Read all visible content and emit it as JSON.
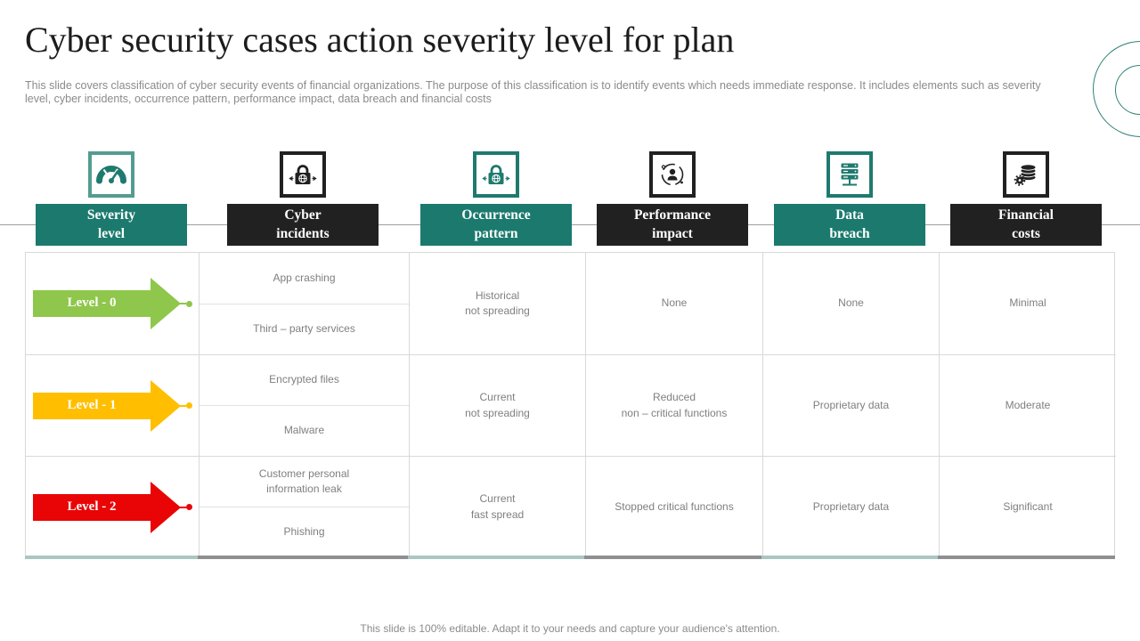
{
  "slide": {
    "title": "Cyber security cases action severity level for plan",
    "subtitle": "This slide covers classification of cyber security events of financial organizations. The purpose of this classification is to identify events which needs immediate response. It includes elements such as severity level, cyber incidents, occurrence pattern, performance impact, data breach and financial costs",
    "footer": "This slide is 100% editable. Adapt it to your needs and capture your audience's attention."
  },
  "colors": {
    "teal_header": "#1b7a6d",
    "dark_header": "#212121",
    "level0_green": "#8ec74b",
    "level1_amber": "#ffbf00",
    "level2_red": "#e90505",
    "accent_teal_light": "#a9c7c3",
    "accent_gray": "#8f8f8f",
    "decor_circle_teal": "#2f8378"
  },
  "columns": [
    {
      "label": "Severity\nlevel",
      "icon": "gauge-icon",
      "theme": "teal"
    },
    {
      "label": "Cyber\nincidents",
      "icon": "lock-globe-icon",
      "theme": "dark"
    },
    {
      "label": "Occurrence\npattern",
      "icon": "lock-globe-icon",
      "theme": "teal"
    },
    {
      "label": "Performance\nimpact",
      "icon": "orbit-user-icon",
      "theme": "dark"
    },
    {
      "label": "Data\nbreach",
      "icon": "server-icon",
      "theme": "teal"
    },
    {
      "label": "Financial\ncosts",
      "icon": "coins-gear-icon",
      "theme": "dark"
    }
  ],
  "rows": [
    {
      "level": "Level - 0",
      "incidents": [
        "App crashing",
        "Third – party services"
      ],
      "occurrence": "Historical\nnot spreading",
      "performance": "None",
      "data_breach": "None",
      "financial": "Minimal"
    },
    {
      "level": "Level - 1",
      "incidents": [
        "Encrypted files",
        "Malware"
      ],
      "occurrence": "Current\nnot spreading",
      "performance": "Reduced\nnon – critical functions",
      "data_breach": "Proprietary data",
      "financial": "Moderate"
    },
    {
      "level": "Level - 2",
      "incidents": [
        "Customer personal\ninformation leak",
        "Phishing"
      ],
      "occurrence": "Current\nfast spread",
      "performance": "Stopped critical functions",
      "data_breach": "Proprietary data",
      "financial": "Significant"
    }
  ]
}
